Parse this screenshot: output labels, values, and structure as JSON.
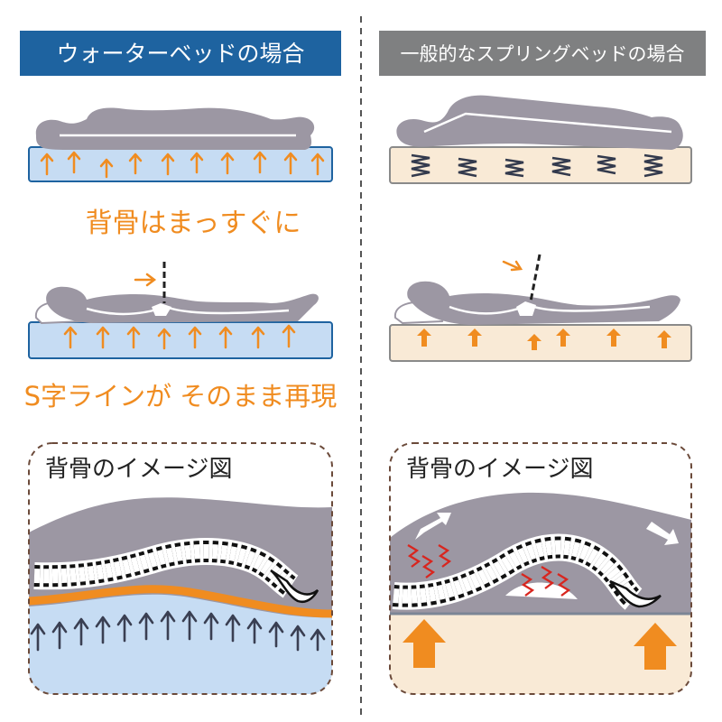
{
  "left": {
    "header": "ウォーターベッドの場合",
    "caption_straight": "背骨はまっすぐに",
    "caption_s_curve": "S字ラインが そのまま再現",
    "detail_title": "背骨のイメージ図"
  },
  "right": {
    "header": "一般的なスプリングベッドの場合",
    "detail_title": "背骨のイメージ図"
  },
  "colors": {
    "left_header_bg": "#1e63a0",
    "right_header_bg": "#7f8081",
    "orange": "#f08c20",
    "body_gray": "#9c97a3",
    "water_blue": "#c6dcf3",
    "spring_beige": "#f9ead6",
    "pain_red": "#d8261f",
    "dark_arrow": "#3a3f52"
  },
  "icons": [
    "up-arrow-icon",
    "spring-coil-icon",
    "pain-zigzag-icon",
    "pressure-arrow-icon",
    "dashed-spine-line-icon"
  ]
}
